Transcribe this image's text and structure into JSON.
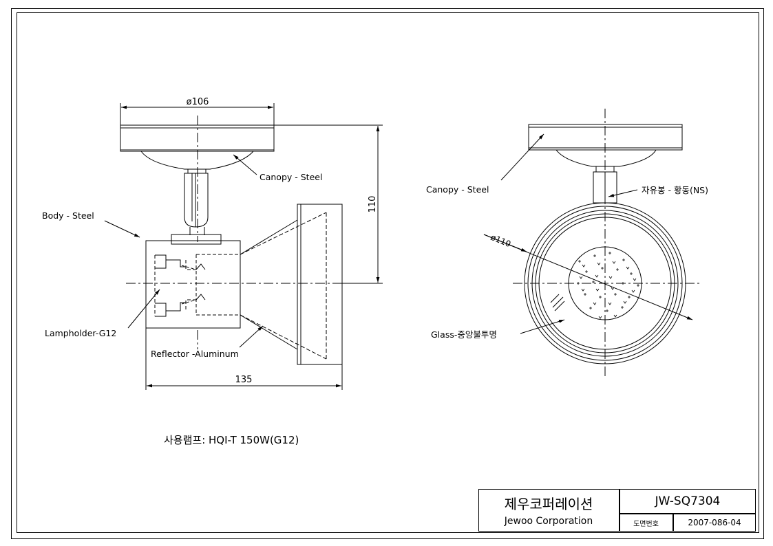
{
  "dimensions": {
    "top_diameter": "ø106",
    "height": "110",
    "width": "135",
    "reflector_diameter": "ø110"
  },
  "labels": {
    "canopy_left": "Canopy - Steel",
    "body": "Body - Steel",
    "lampholder": "Lampholder-G12",
    "reflector": "Reflector -Aluminum",
    "canopy_right": "Canopy - Steel",
    "rod": "자유봉 - 황동(NS)",
    "glass": "Glass-중앙불투명"
  },
  "lamp_note": "사용램프: HQI-T 150W(G12)",
  "title_block": {
    "company_korean": "제우코퍼레이션",
    "company_english": "Jewoo Corporation",
    "model": "JW-SQ7304",
    "drawing_no_label": "도면번호",
    "drawing_no": "2007-086-04"
  }
}
